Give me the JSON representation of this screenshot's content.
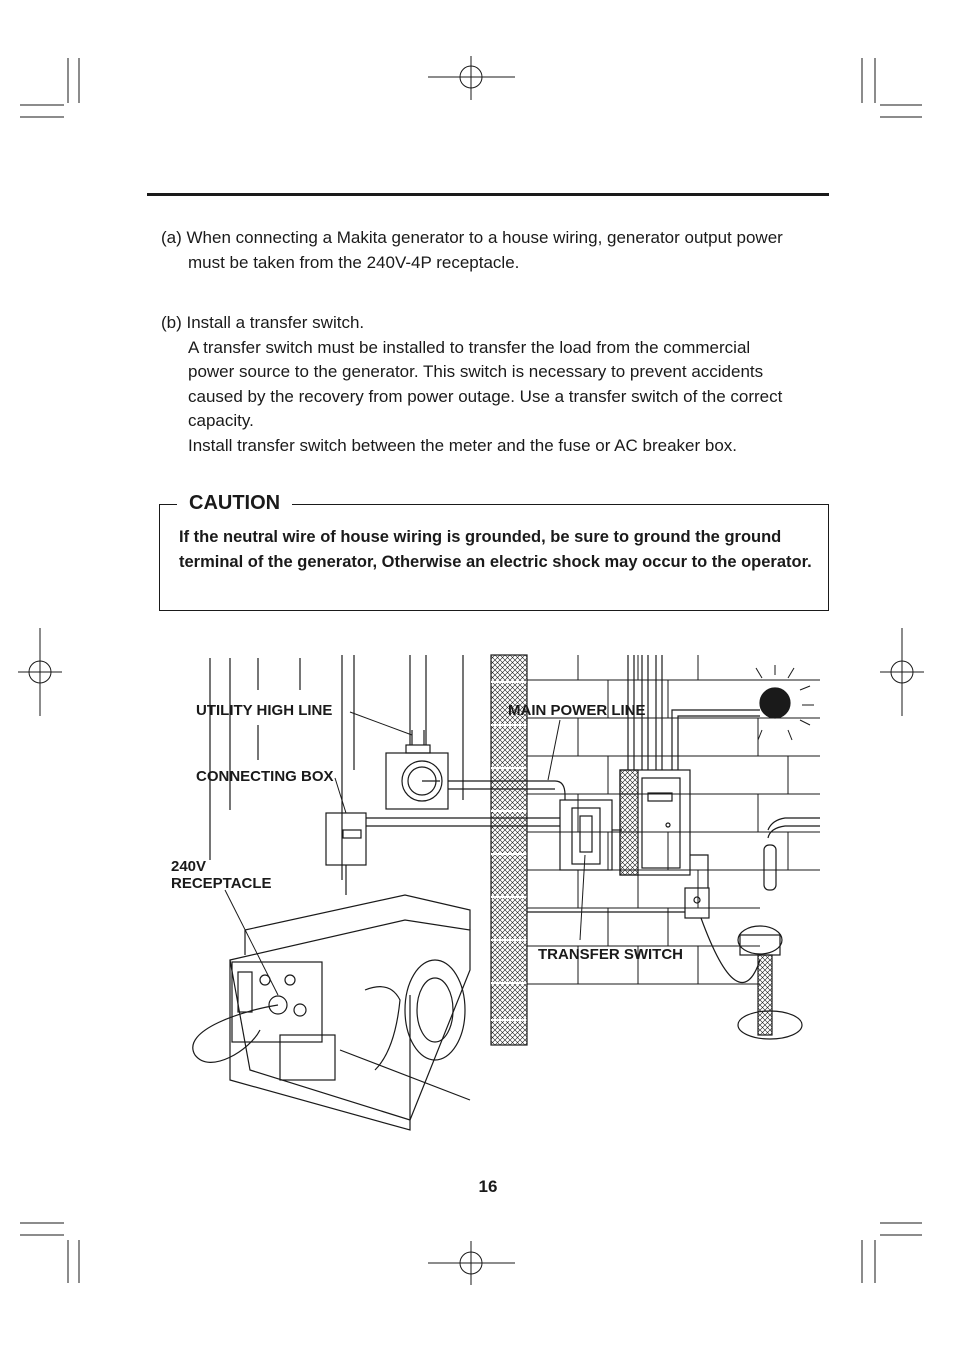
{
  "paragraphs": {
    "a": {
      "first_line": "(a) When connecting a Makita generator to a house wiring, generator output power",
      "continuation": "must be taken from the 240V-4P receptacle."
    },
    "b": {
      "first_line": "(b) Install a transfer switch.",
      "lines": [
        "A transfer switch must be installed to transfer the load from the commercial",
        "power source to the generator. This switch is necessary to prevent accidents",
        "caused by the recovery from power outage. Use a transfer switch of the correct",
        "capacity.",
        "Install transfer switch between the meter and the fuse or AC breaker box."
      ]
    }
  },
  "caution": {
    "title": "CAUTION",
    "text": "If the neutral wire of house wiring is grounded, be sure to ground the ground terminal of the generator, Otherwise an electric shock may occur to the operator."
  },
  "illustration": {
    "labels": {
      "utility_high_line": "UTILITY HIGH LINE",
      "connecting_box": "CONNECTING BOX",
      "receptacle_line1": "240V",
      "receptacle_line2": "RECEPTACLE",
      "main_power_line": "MAIN POWER LINE",
      "transfer_switch": "TRANSFER SWITCH"
    }
  },
  "page_number": "16"
}
